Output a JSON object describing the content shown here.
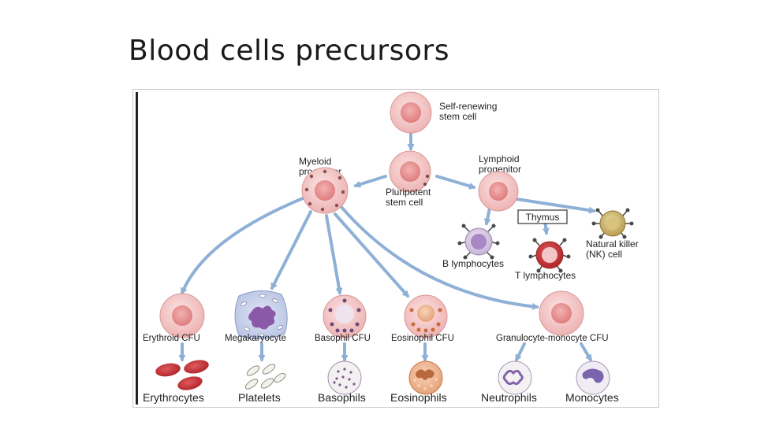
{
  "slide": {
    "title": "Blood cells precursors"
  },
  "diagram": {
    "stem_cell": [
      "Self-renewing",
      "stem cell"
    ],
    "myeloid_progenitor": [
      "Myeloid",
      "progenitor"
    ],
    "pluripotent_stem_cell": [
      "Pluripotent",
      "stem cell"
    ],
    "lymphoid_progenitor": [
      "Lymphoid",
      "progenitor"
    ],
    "thymus": "Thymus",
    "nk_cell": [
      "Natural killer",
      "(NK) cell"
    ],
    "b_lymphocytes": "B lymphocytes",
    "t_lymphocytes": "T lymphocytes",
    "cfu_labels": {
      "erythroid": "Erythroid CFU",
      "megakaryocyte": "Megakaryocyte",
      "basophil": "Basophil CFU",
      "eosinophil": "Eosinophil CFU",
      "granulocyte_monocyte": "Granulocyte-monocyte CFU"
    },
    "mature_labels": {
      "erythrocytes": "Erythrocytes",
      "platelets": "Platelets",
      "basophils": "Basophils",
      "eosinophils": "Eosinophils",
      "neutrophils": "Neutrophils",
      "monocytes": "Monocytes"
    },
    "colors": {
      "arrow": "#8fb0d6",
      "cell_pink": "#f2c3c3",
      "nucleus_red": "#e58a8a",
      "megakaryocyte_bg": "#c9d3ec",
      "megakaryocyte_nucleus": "#8a5aa8",
      "erythrocyte_red": "#c9353a",
      "eosinophil_orange": "#e89a6a",
      "monocyte_purple": "#8068b0",
      "nk_olive": "#c8b26a"
    }
  }
}
